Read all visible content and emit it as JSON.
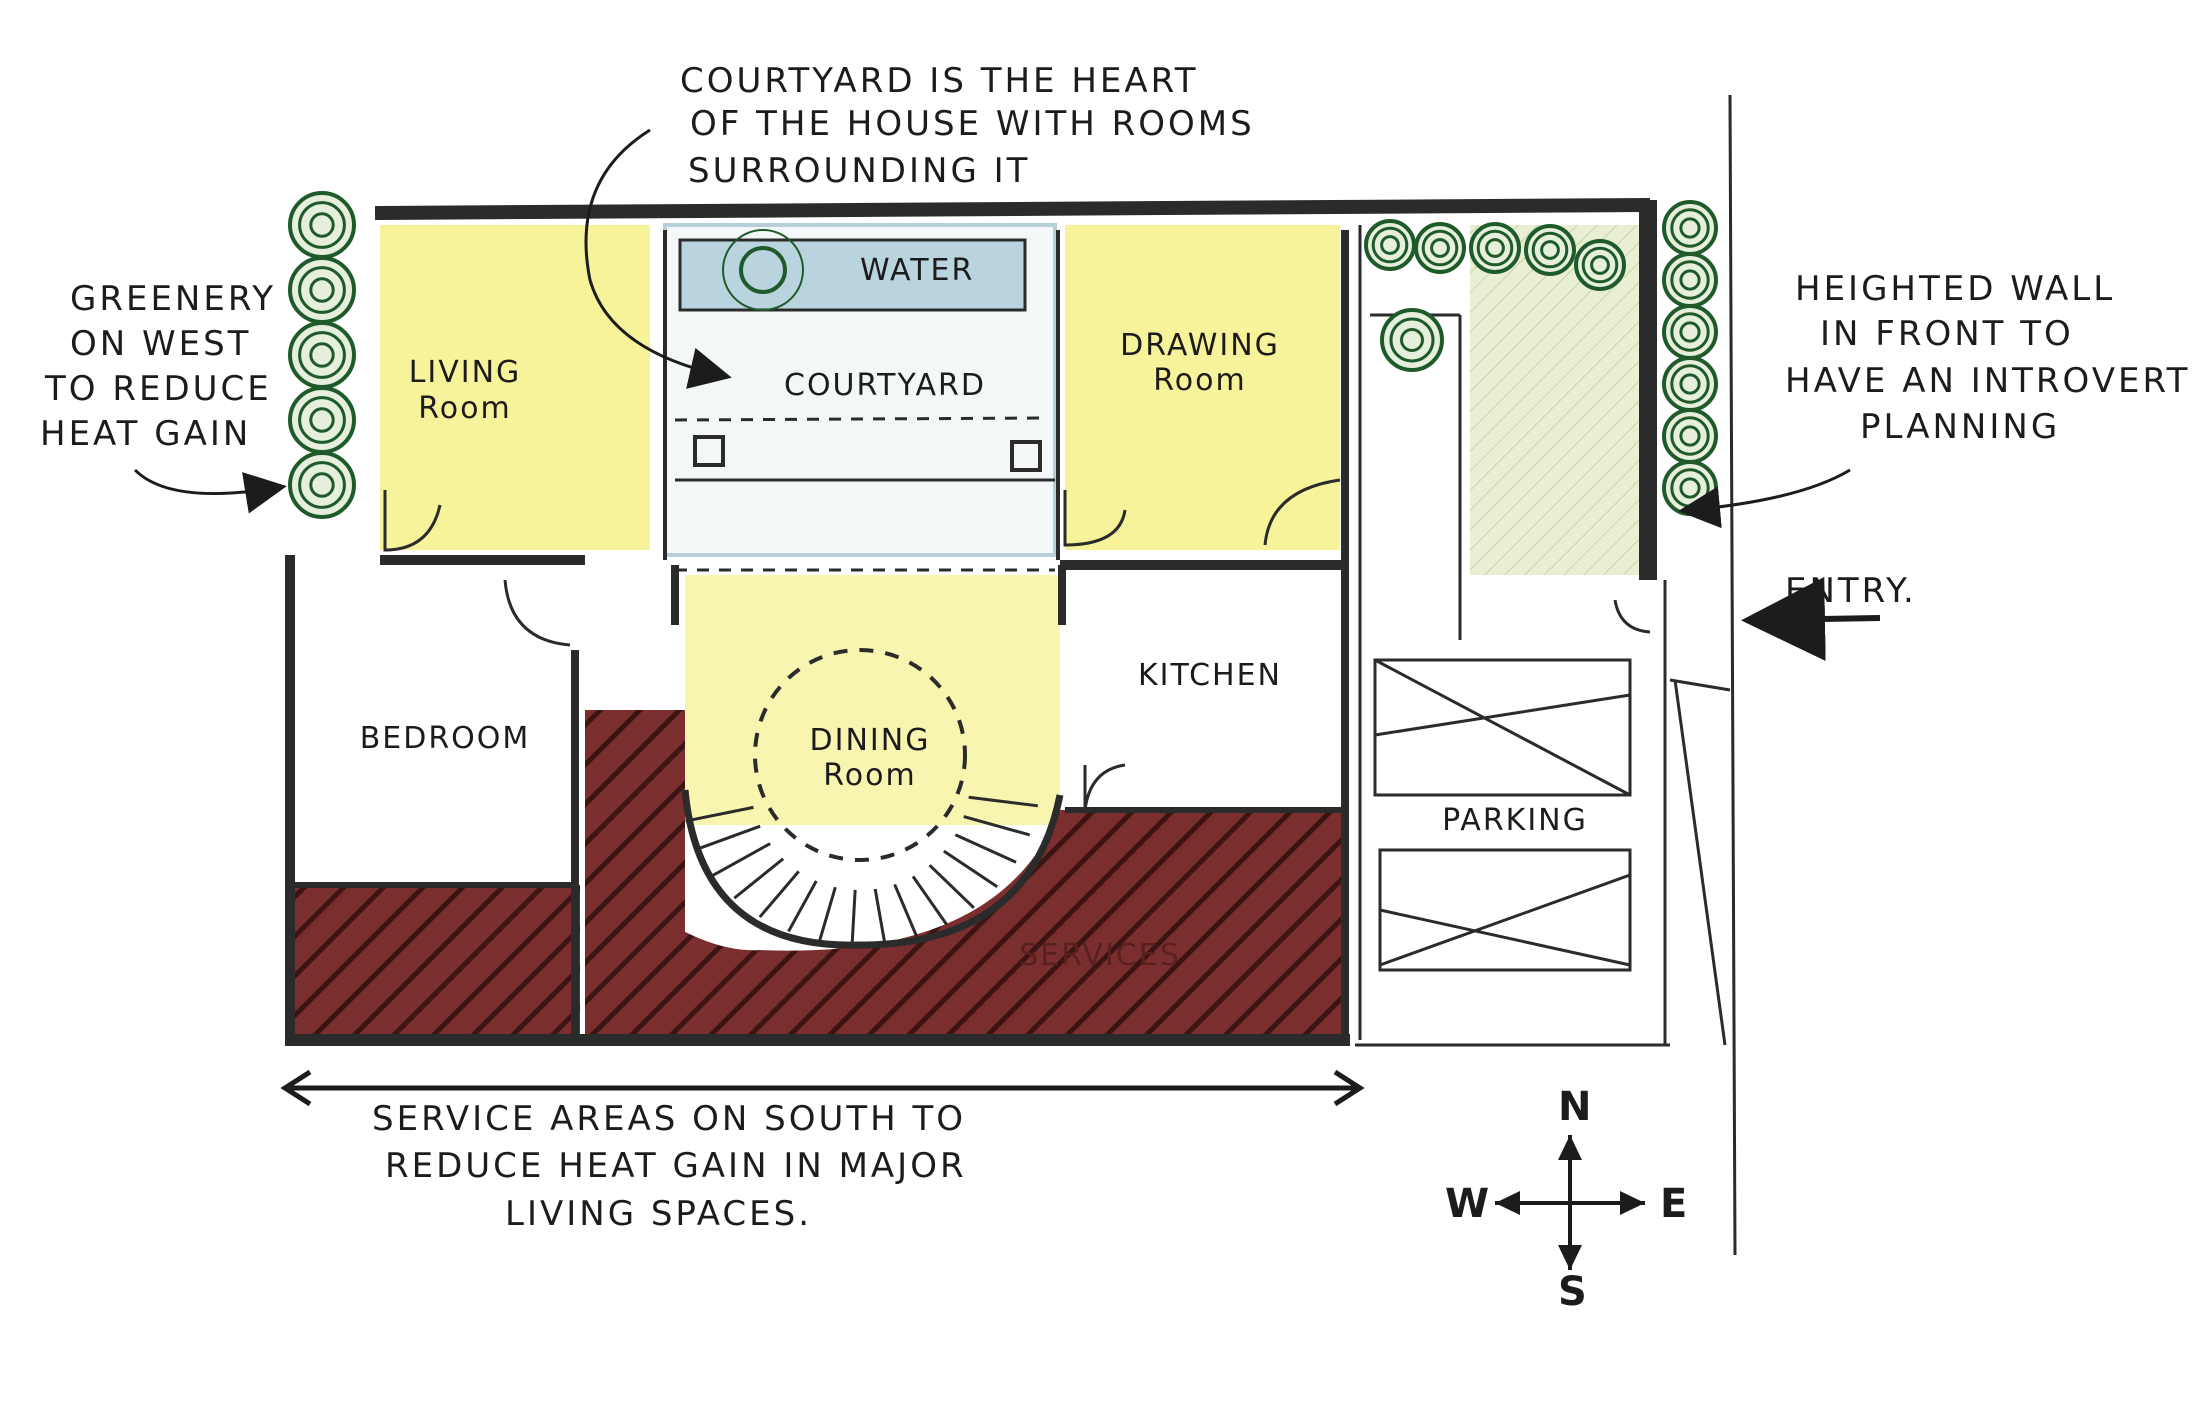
{
  "annotations": {
    "courtyard_note": [
      "COURTYARD  IS  THE  HEART",
      "OF  THE  HOUSE  WITH  ROOMS",
      "SURROUNDING  IT"
    ],
    "greenery_note": [
      "GREENERY",
      "ON WEST",
      "TO REDUCE",
      "HEAT GAIN"
    ],
    "wall_note": [
      "HEIGHTED  WALL",
      "IN  FRONT  TO",
      "HAVE  AN  INTROVERT",
      "PLANNING"
    ],
    "entry": "ENTRY.",
    "service_note": [
      "SERVICE   AREAS    ON   SOUTH   TO",
      "REDUCE   HEAT  GAIN  IN  MAJOR",
      "LIVING   SPACES."
    ]
  },
  "rooms": {
    "water": "WATER",
    "courtyard": "COURTYARD",
    "living": [
      "LIVING",
      "Room"
    ],
    "drawing": [
      "DRAWING",
      "Room"
    ],
    "bedroom": "BEDROOM",
    "dining": [
      "DINING",
      "Room"
    ],
    "kitchen": "KITCHEN",
    "parking": "PARKING",
    "services": "SERVICES"
  },
  "compass": {
    "n": "N",
    "s": "S",
    "w": "W",
    "e": "E"
  },
  "colors": {
    "wall": "#2b2b2b",
    "living_yellow": "#f7f39a",
    "service_hatch": "#7a2e2e",
    "water_blue": "#b9d3df",
    "greenery": "#1f5a2a",
    "lawn": "#e8eed0"
  }
}
